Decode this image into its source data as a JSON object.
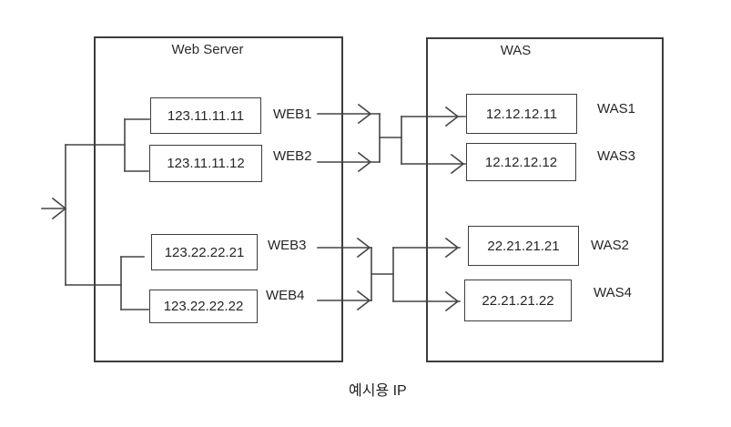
{
  "diagram": {
    "caption": "예시용 IP",
    "web_server": {
      "title": "Web Server",
      "nodes": [
        {
          "label": "WEB1",
          "ip": "123.11.11.11"
        },
        {
          "label": "WEB2",
          "ip": "123.11.11.12"
        },
        {
          "label": "WEB3",
          "ip": "123.22.22.21"
        },
        {
          "label": "WEB4",
          "ip": "123.22.22.22"
        }
      ]
    },
    "was": {
      "title": "WAS",
      "nodes": [
        {
          "label": "WAS1",
          "ip": "12.12.12.11"
        },
        {
          "label": "WAS3",
          "ip": "12.12.12.12"
        },
        {
          "label": "WAS2",
          "ip": "22.21.21.21"
        },
        {
          "label": "WAS4",
          "ip": "22.21.21.22"
        }
      ]
    },
    "connections": [
      {
        "from": [
          "WEB1",
          "WEB2"
        ],
        "to": [
          "WAS1",
          "WAS3"
        ]
      },
      {
        "from": [
          "WEB3",
          "WEB4"
        ],
        "to": [
          "WAS2",
          "WAS4"
        ]
      }
    ],
    "colors": {
      "line": "#454545",
      "text": "#262626",
      "background": "#ffffff"
    }
  }
}
